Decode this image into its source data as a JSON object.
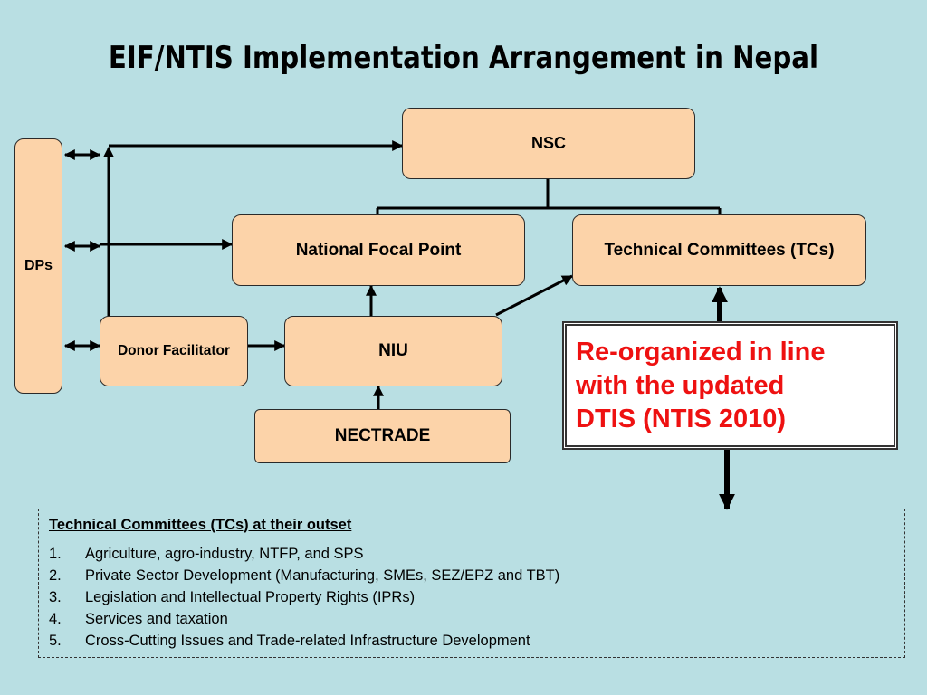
{
  "title": "EIF/NTIS Implementation Arrangement in Nepal",
  "nodes": {
    "nsc": "NSC",
    "dps": "DPs",
    "national_focal_point": "National Focal Point",
    "technical_committees": "Technical Committees (TCs)",
    "donor_facilitator": "Donor Facilitator",
    "niu": "NIU",
    "nectrade": "NECTRADE"
  },
  "note": {
    "lines": [
      "Re-organized in line",
      "with the updated",
      "DTIS (NTIS 2010)"
    ],
    "color": "#ee1111"
  },
  "tcs_list": {
    "heading": "Technical Committees (TCs) at their outset",
    "items": [
      {
        "num": "1.",
        "text": "Agriculture, agro-industry, NTFP, and SPS"
      },
      {
        "num": "2.",
        "text": "Private Sector Development (Manufacturing, SMEs, SEZ/EPZ and TBT)"
      },
      {
        "num": "3.",
        "text": "Legislation and Intellectual Property Rights (IPRs)"
      },
      {
        "num": "4.",
        "text": "Services and taxation"
      },
      {
        "num": "5.",
        "text": "Cross-Cutting Issues and Trade-related Infrastructure Development"
      }
    ]
  },
  "colors": {
    "background": "#b9dfe3",
    "box_fill": "#fcd3a9"
  }
}
